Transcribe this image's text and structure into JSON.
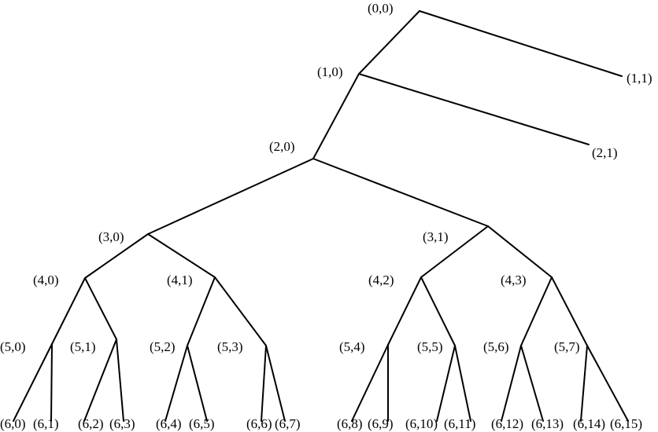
{
  "nodes": [
    {
      "id": "0,0",
      "label": "(0,0)"
    },
    {
      "id": "1,0",
      "label": "(1,0)"
    },
    {
      "id": "1,1",
      "label": "(1,1)"
    },
    {
      "id": "2,0",
      "label": "(2,0)"
    },
    {
      "id": "2,1",
      "label": "(2,1)"
    },
    {
      "id": "3,0",
      "label": "(3,0)"
    },
    {
      "id": "3,1",
      "label": "(3,1)"
    },
    {
      "id": "4,0",
      "label": "(4,0)"
    },
    {
      "id": "4,1",
      "label": "(4,1)"
    },
    {
      "id": "4,2",
      "label": "(4,2)"
    },
    {
      "id": "4,3",
      "label": "(4,3)"
    },
    {
      "id": "5,0",
      "label": "(5,0)"
    },
    {
      "id": "5,1",
      "label": "(5,1)"
    },
    {
      "id": "5,2",
      "label": "(5,2)"
    },
    {
      "id": "5,3",
      "label": "(5,3)"
    },
    {
      "id": "5,4",
      "label": "(5,4)"
    },
    {
      "id": "5,5",
      "label": "(5,5)"
    },
    {
      "id": "5,6",
      "label": "(5,6)"
    },
    {
      "id": "5,7",
      "label": "(5,7)"
    },
    {
      "id": "6,0",
      "label": "(6,0)"
    },
    {
      "id": "6,1",
      "label": "(6,1)"
    },
    {
      "id": "6,2",
      "label": "(6,2)"
    },
    {
      "id": "6,3",
      "label": "(6,3)"
    },
    {
      "id": "6,4",
      "label": "(6,4)"
    },
    {
      "id": "6,5",
      "label": "(6,5)"
    },
    {
      "id": "6,6",
      "label": "(6,6)"
    },
    {
      "id": "6,7",
      "label": "(6,7)"
    },
    {
      "id": "6,8",
      "label": "(6,8)"
    },
    {
      "id": "6,9",
      "label": "(6,9)"
    },
    {
      "id": "6,10",
      "label": "(6,10)"
    },
    {
      "id": "6,11",
      "label": "(6,11)"
    },
    {
      "id": "6,12",
      "label": "(6,12)"
    },
    {
      "id": "6,13",
      "label": "(6,13)"
    },
    {
      "id": "6,14",
      "label": "(6,14)"
    },
    {
      "id": "6,15",
      "label": "(6,15)"
    }
  ],
  "edges": [
    [
      "0,0",
      "1,0"
    ],
    [
      "0,0",
      "1,1"
    ],
    [
      "1,0",
      "2,0"
    ],
    [
      "1,0",
      "2,1"
    ],
    [
      "2,0",
      "3,0"
    ],
    [
      "2,0",
      "3,1"
    ],
    [
      "3,0",
      "4,0"
    ],
    [
      "3,0",
      "4,1"
    ],
    [
      "3,1",
      "4,2"
    ],
    [
      "3,1",
      "4,3"
    ],
    [
      "4,0",
      "5,0"
    ],
    [
      "4,0",
      "5,1"
    ],
    [
      "4,1",
      "5,2"
    ],
    [
      "4,1",
      "5,3"
    ],
    [
      "4,2",
      "5,4"
    ],
    [
      "4,2",
      "5,5"
    ],
    [
      "4,3",
      "5,6"
    ],
    [
      "4,3",
      "5,7"
    ],
    [
      "5,0",
      "6,0"
    ],
    [
      "5,0",
      "6,1"
    ],
    [
      "5,1",
      "6,2"
    ],
    [
      "5,1",
      "6,3"
    ],
    [
      "5,2",
      "6,4"
    ],
    [
      "5,2",
      "6,5"
    ],
    [
      "5,3",
      "6,6"
    ],
    [
      "5,3",
      "6,7"
    ],
    [
      "5,4",
      "6,8"
    ],
    [
      "5,4",
      "6,9"
    ],
    [
      "5,5",
      "6,10"
    ],
    [
      "5,5",
      "6,11"
    ],
    [
      "5,6",
      "6,12"
    ],
    [
      "5,6",
      "6,13"
    ],
    [
      "5,7",
      "6,14"
    ],
    [
      "5,7",
      "6,15"
    ]
  ]
}
